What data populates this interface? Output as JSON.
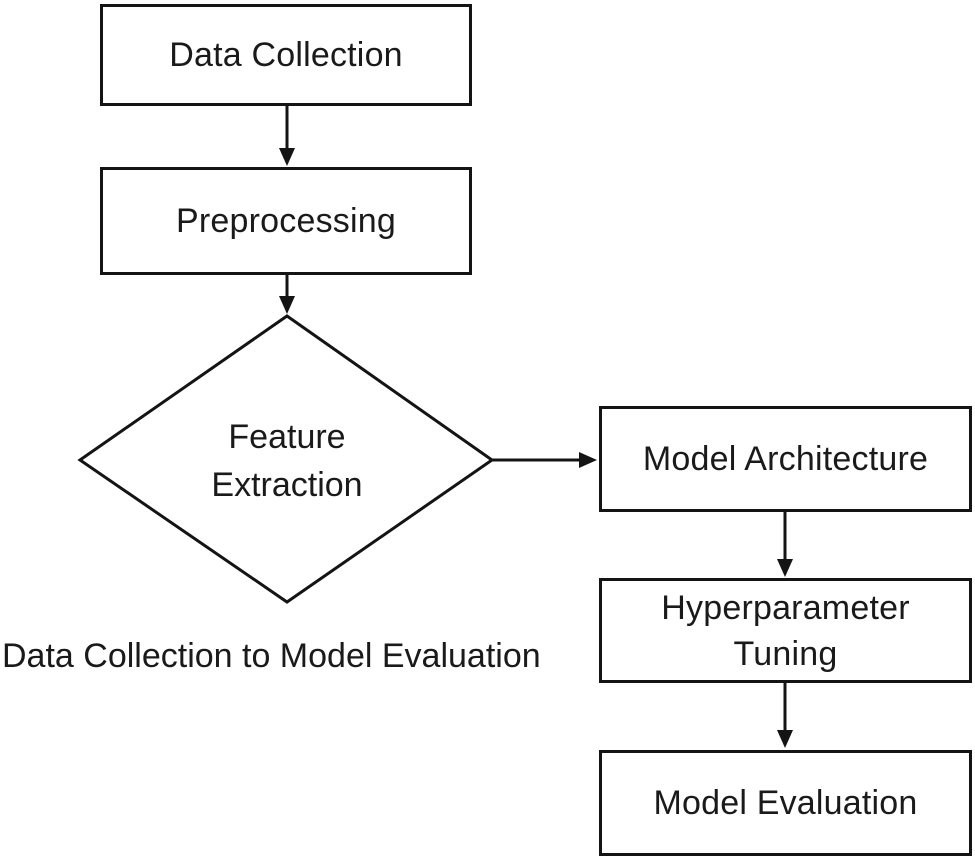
{
  "diagram": {
    "caption": "Data Collection to Model Evaluation",
    "colors": {
      "stroke": "#141414",
      "fill": "#ffffff",
      "text": "#1a1a1a",
      "background": "#ffffff"
    },
    "nodes": {
      "data_collection": {
        "label": "Data Collection",
        "shape": "rectangle"
      },
      "preprocessing": {
        "label": "Preprocessing",
        "shape": "rectangle"
      },
      "feature_extraction": {
        "label": "Feature Extraction",
        "shape": "diamond",
        "lines": [
          "Feature",
          "Extraction"
        ]
      },
      "model_architecture": {
        "label": "Model Architecture",
        "shape": "rectangle"
      },
      "hyperparameter_tuning": {
        "label": "Hyperparameter Tuning",
        "shape": "rectangle",
        "lines": [
          "Hyperparameter",
          "Tuning"
        ]
      },
      "model_evaluation": {
        "label": "Model Evaluation",
        "shape": "rectangle"
      }
    },
    "edges": [
      {
        "from": "data_collection",
        "to": "preprocessing",
        "direction": "down"
      },
      {
        "from": "preprocessing",
        "to": "feature_extraction",
        "direction": "down"
      },
      {
        "from": "feature_extraction",
        "to": "model_architecture",
        "direction": "right"
      },
      {
        "from": "model_architecture",
        "to": "hyperparameter_tuning",
        "direction": "down"
      },
      {
        "from": "hyperparameter_tuning",
        "to": "model_evaluation",
        "direction": "down"
      }
    ]
  }
}
